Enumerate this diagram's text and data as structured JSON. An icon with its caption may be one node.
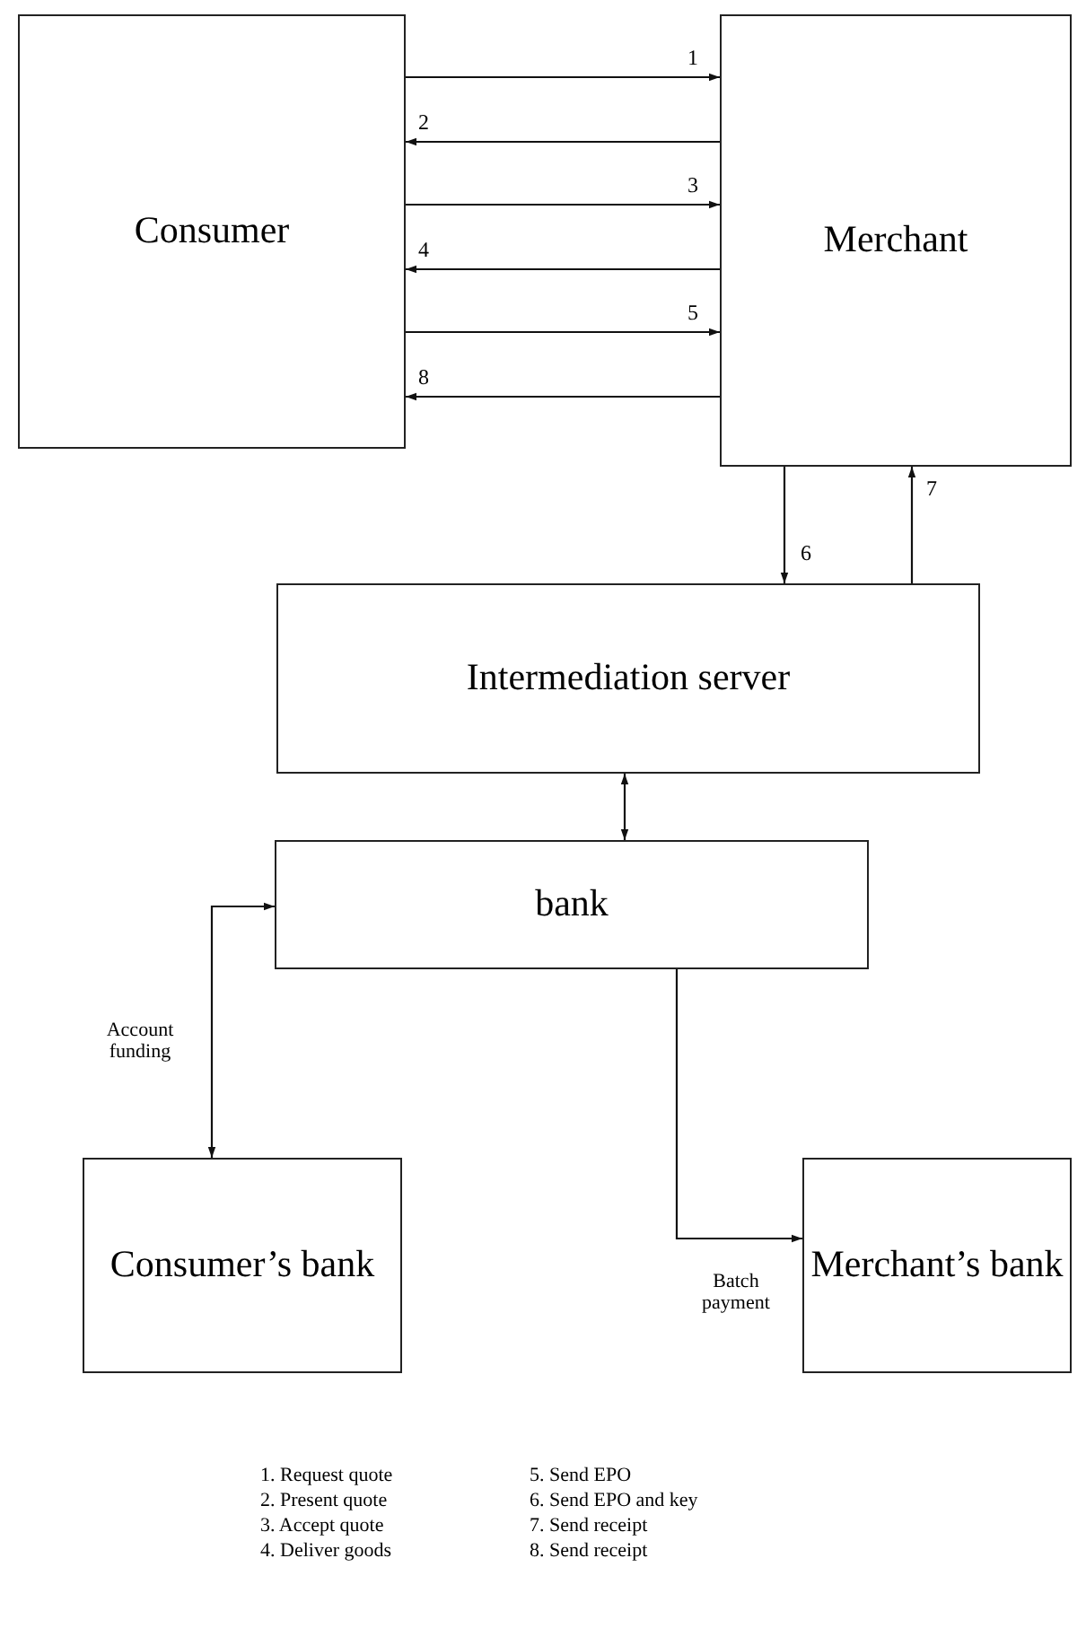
{
  "diagram": {
    "nodes": [
      {
        "text": [
          "Consumer"
        ]
      },
      {
        "text": [
          "Merchant"
        ]
      },
      {
        "text": [
          "Intermediation server"
        ]
      },
      {
        "text": [
          "bank"
        ]
      },
      {
        "text": [
          "Consumer’s bank"
        ]
      },
      {
        "text": [
          "Merchant’s bank"
        ]
      }
    ],
    "edges": [
      {
        "from": 0,
        "to": 1,
        "arrow": "to",
        "label": "1"
      },
      {
        "from": 1,
        "to": 0,
        "arrow": "to",
        "label": "2"
      },
      {
        "from": 0,
        "to": 1,
        "arrow": "to",
        "label": "3"
      },
      {
        "from": 1,
        "to": 0,
        "arrow": "to",
        "label": "4"
      },
      {
        "from": 0,
        "to": 1,
        "arrow": "to",
        "label": "5"
      },
      {
        "from": 1,
        "to": 0,
        "arrow": "to",
        "label": "8"
      },
      {
        "from": 1,
        "to": 2,
        "arrow": "to",
        "label": "6"
      },
      {
        "from": 2,
        "to": 1,
        "arrow": "to",
        "label": "7"
      },
      {
        "from": 2,
        "to": 3,
        "arrow": "both"
      },
      {
        "from": 3,
        "to": 4,
        "arrow": "both",
        "label": "Account funding"
      },
      {
        "from": 3,
        "to": 5,
        "arrow": "to",
        "label": "Batch payment"
      }
    ],
    "labels": [
      "1. Request quote",
      "5. Send EPO",
      "2. Present quote",
      "6. Send EPO and key",
      "3. Accept quote",
      "7. Send receipt",
      "4. Deliver goods",
      "8. Send receipt"
    ]
  }
}
